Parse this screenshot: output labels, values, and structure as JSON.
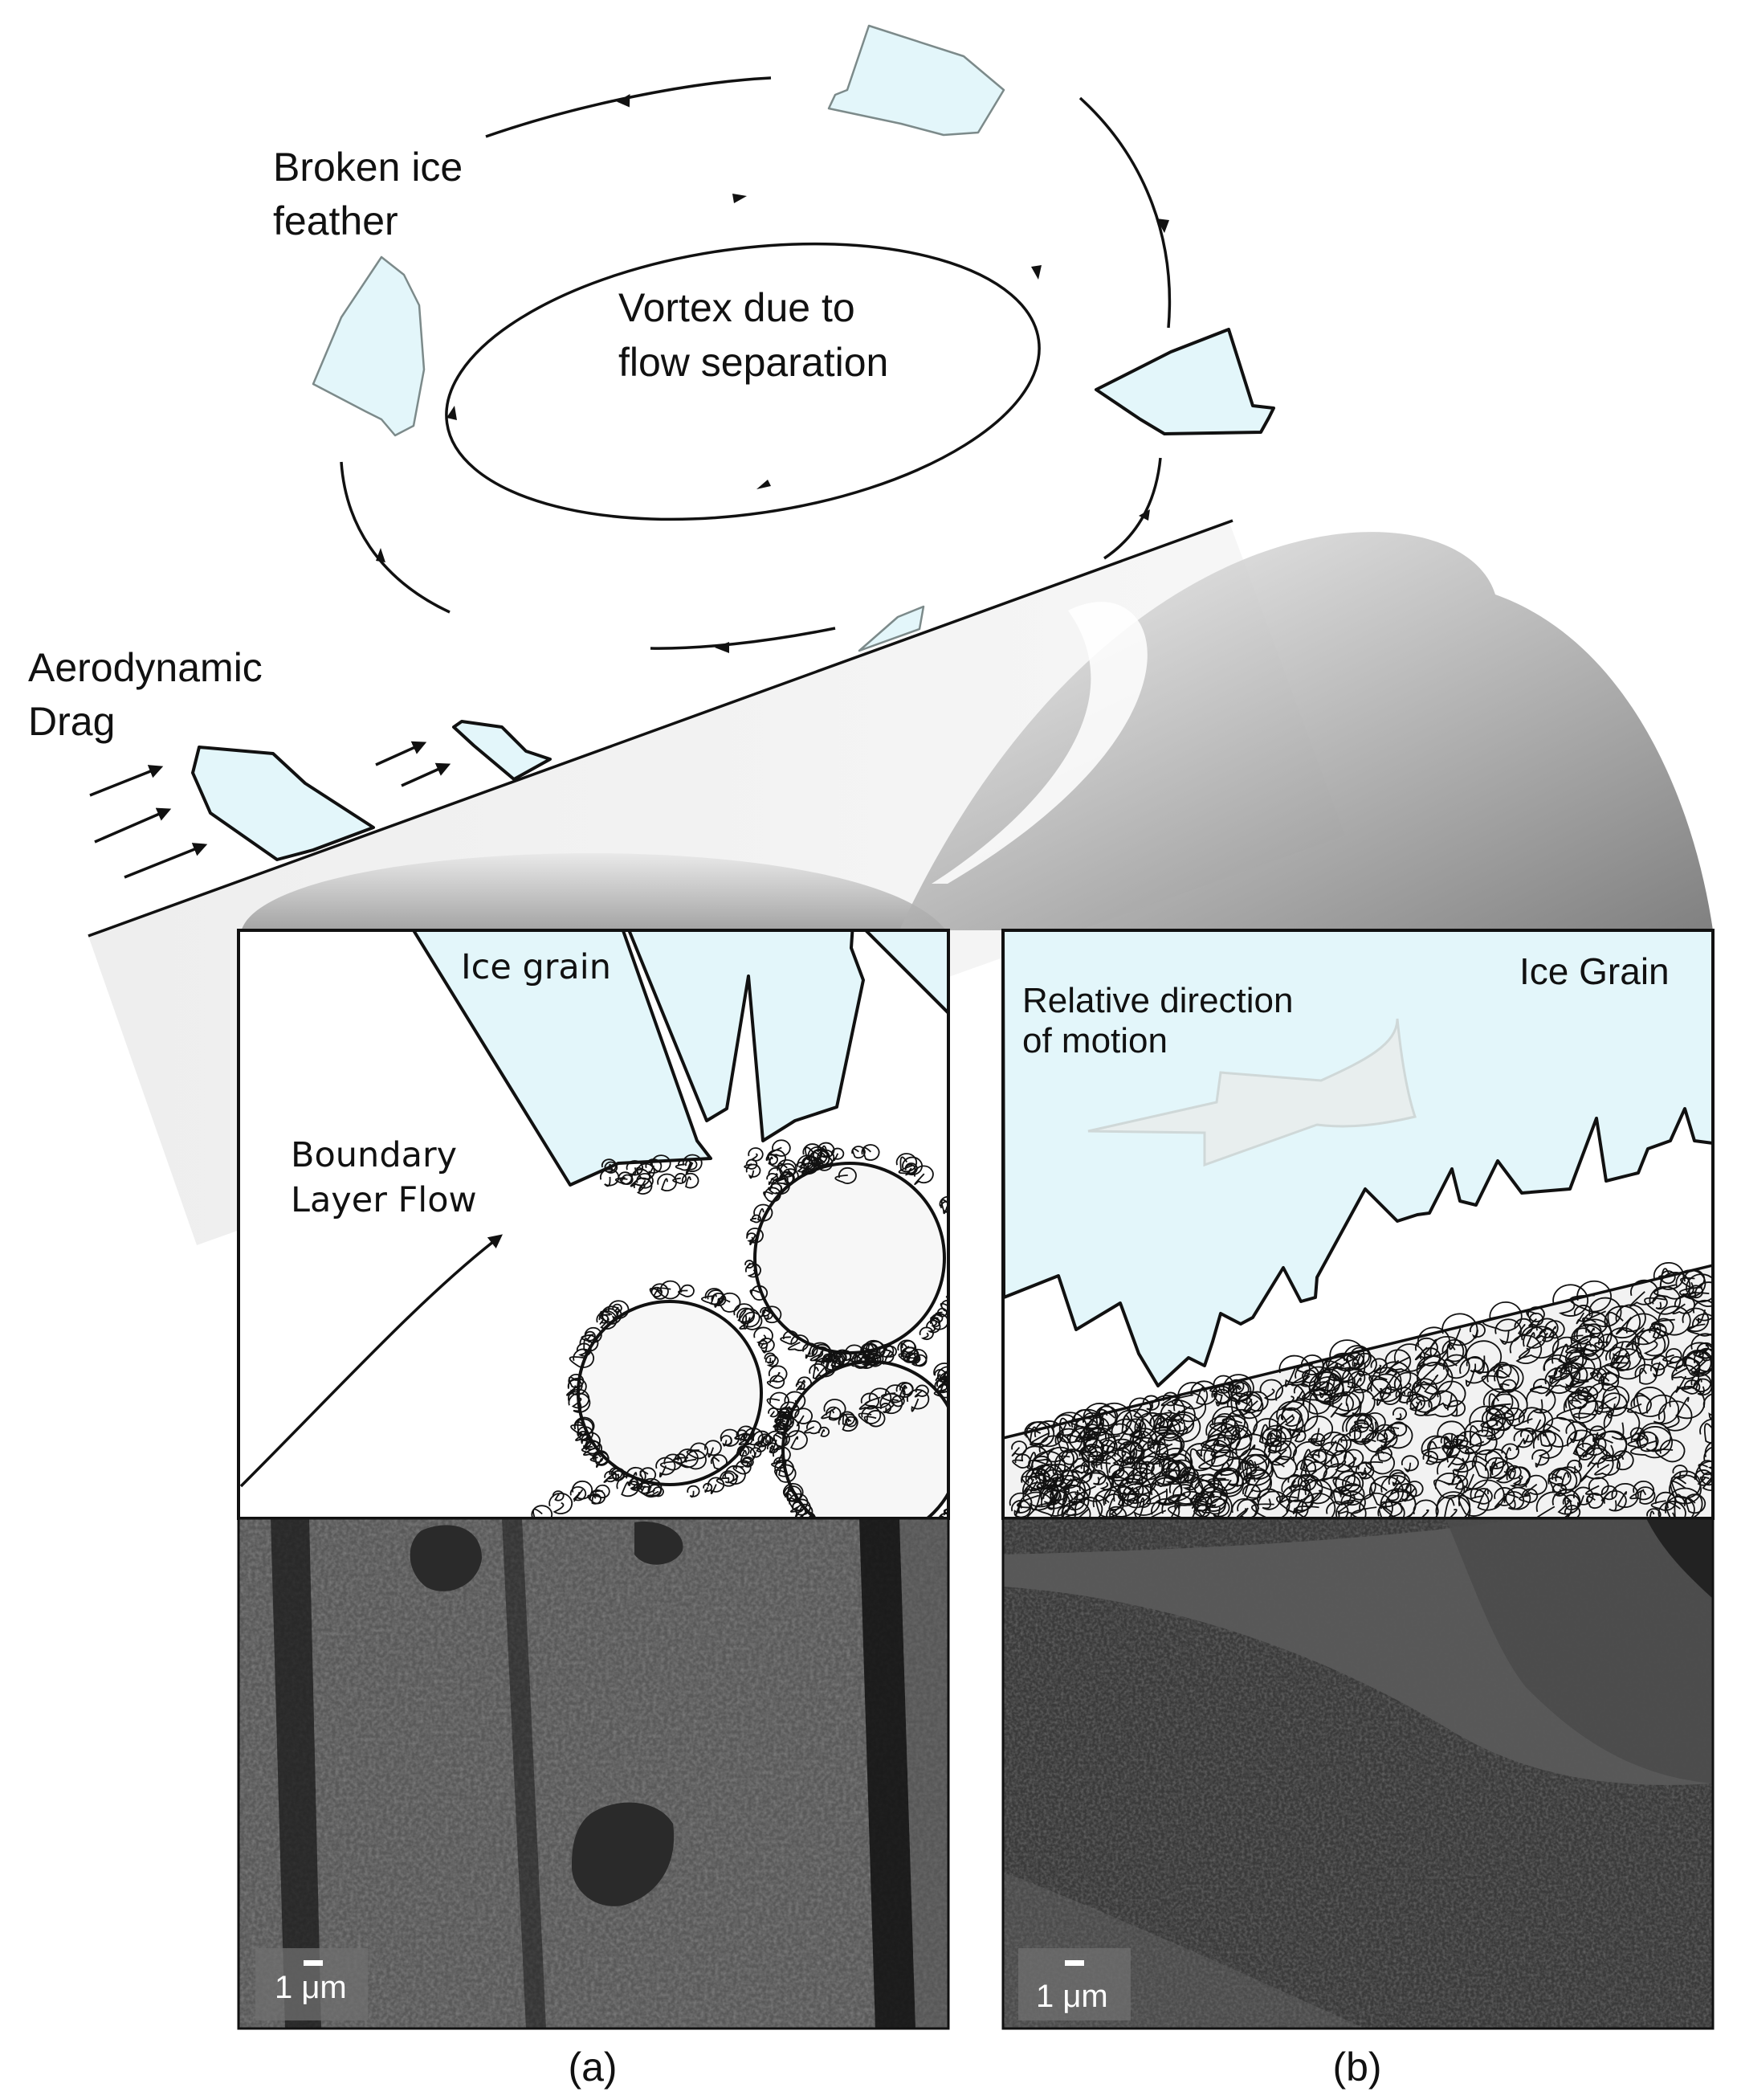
{
  "labels": {
    "broken_ice_line1": "Broken ice",
    "broken_ice_line2": "feather",
    "vortex_line1": "Vortex due to",
    "vortex_line2": "flow separation",
    "drag_line1": "Aerodynamic",
    "drag_line2": "Drag",
    "panel_a_ice_grain": "Ice grain",
    "boundary_line1": "Boundary",
    "boundary_line2": "Layer Flow",
    "panel_b_ice_grain": "Ice Grain",
    "relative_line1": "Relative direction",
    "relative_line2": "of motion",
    "scale_a": "1 μm",
    "scale_b": "1 μm",
    "caption_a": "(a)",
    "caption_b": "(b)"
  },
  "colors": {
    "ice_fill": "#e3f6fa",
    "outline": "#111111",
    "background": "#ffffff",
    "sem_gray": "#4a4a4a"
  },
  "icons": {
    "drag_arrows": "arrow-right-icon",
    "boundary_flow_arrow": "arrow-up-right-icon",
    "relative_motion_arrow": "curved-arrow-left-icon"
  }
}
